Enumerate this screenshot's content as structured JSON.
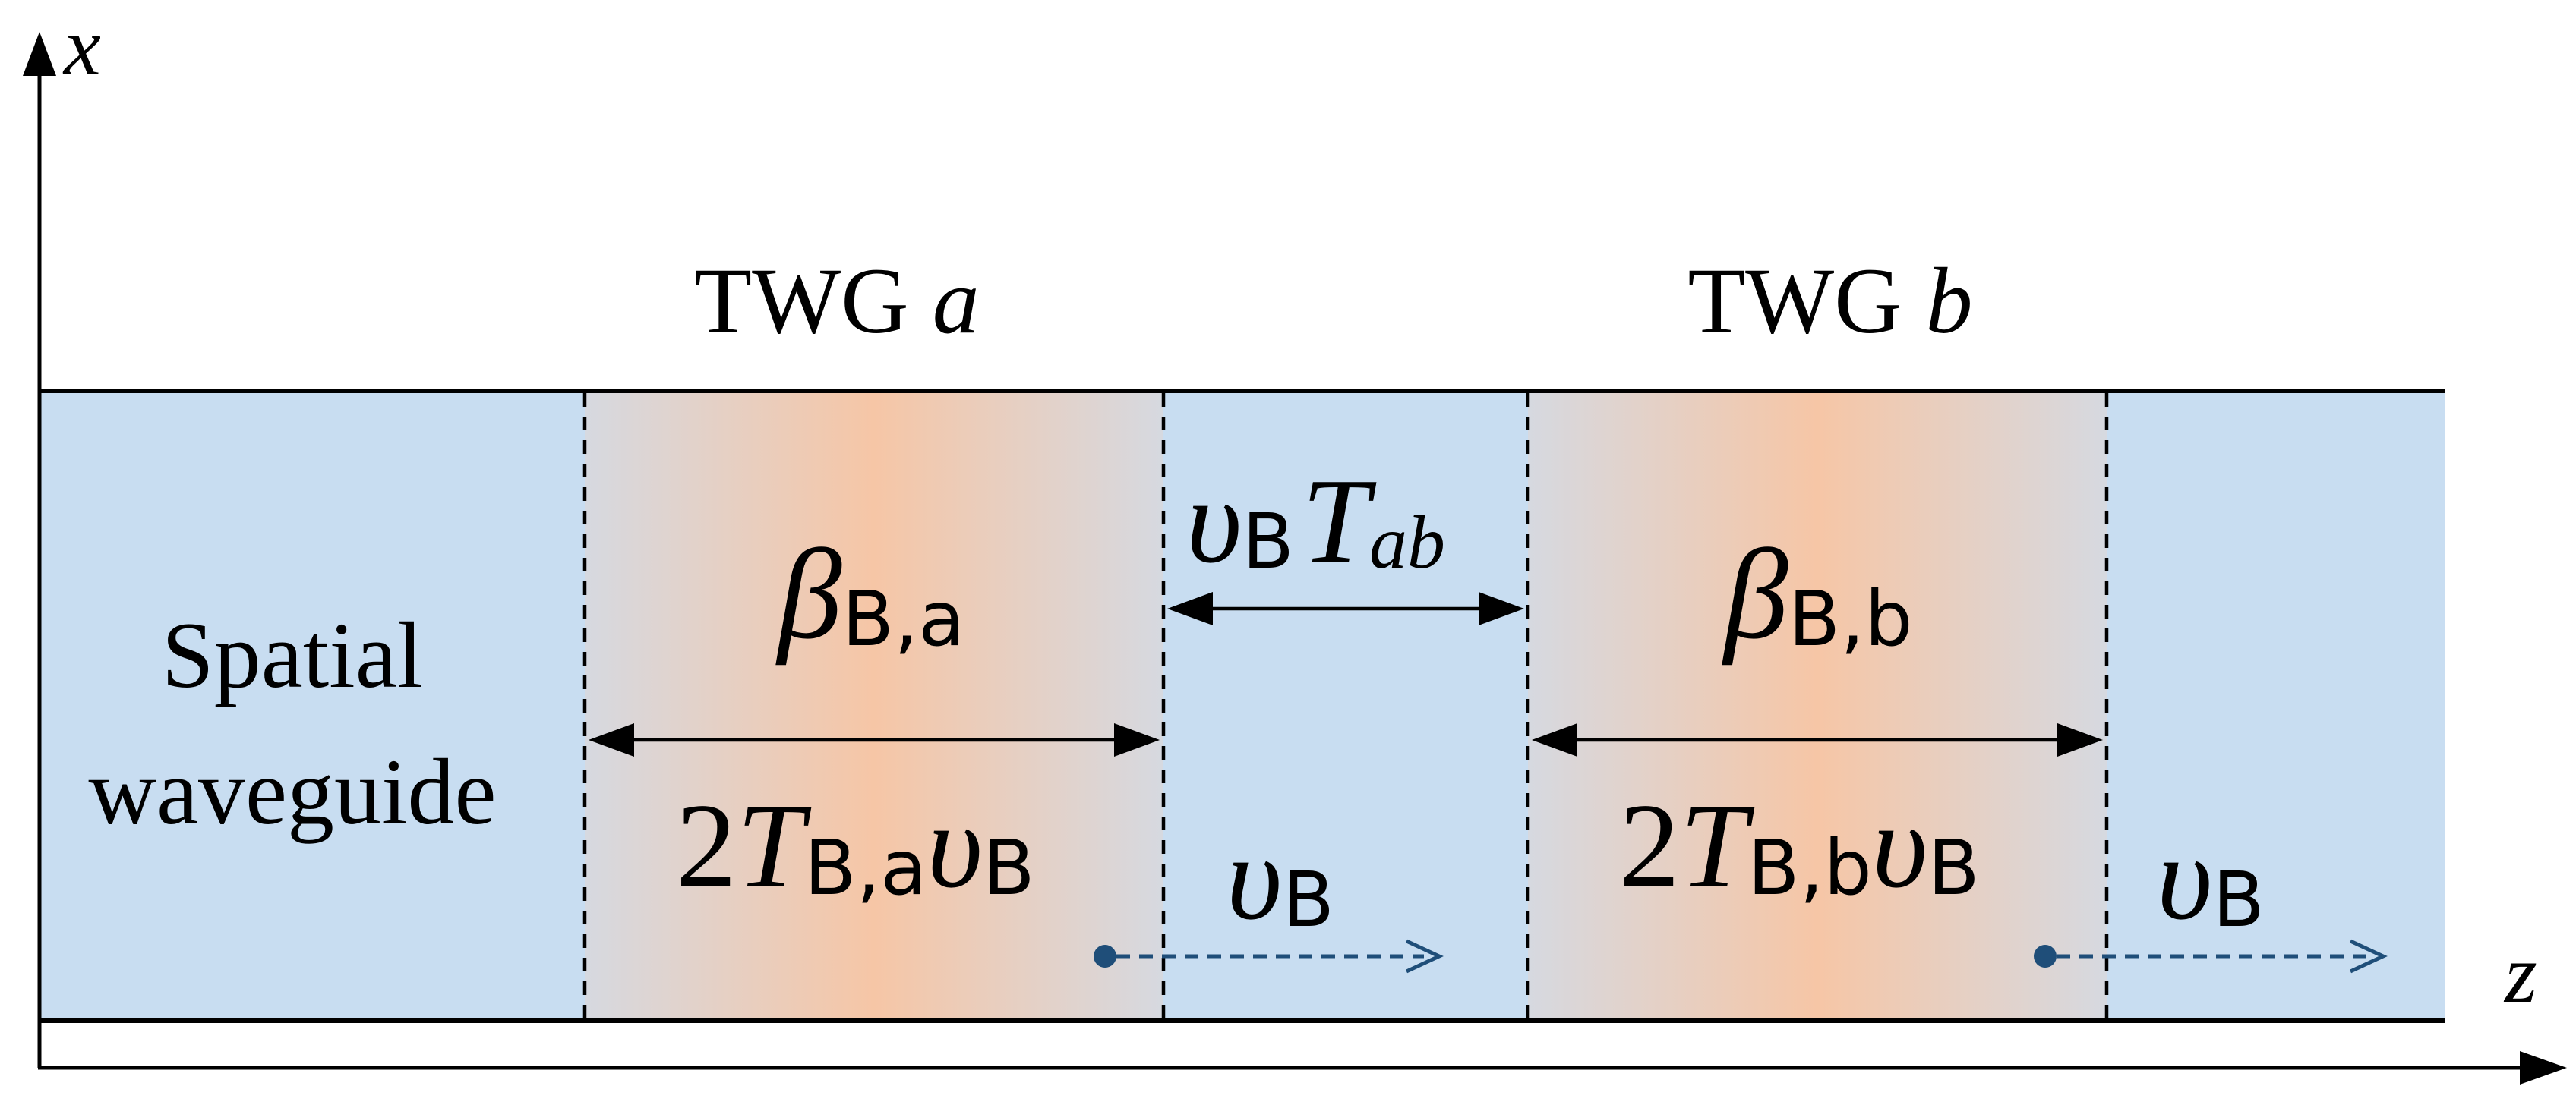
{
  "axes": {
    "x_label": "x",
    "z_label": "z"
  },
  "sections": {
    "spatial_line1": "Spatial",
    "spatial_line2": "waveguide",
    "twg_a": {
      "title_main": "TWG ",
      "title_var": "a",
      "beta_symbol": "β",
      "beta_sub": "B,a",
      "len_coef": "2",
      "len_T": "T",
      "len_T_sub": "B,a",
      "len_v": "υ",
      "len_v_sub": "B"
    },
    "gap": {
      "v": "υ",
      "v_sub": "B",
      "T": "T",
      "T_sub": "ab"
    },
    "twg_b": {
      "title_main": "TWG ",
      "title_var": "b",
      "beta_symbol": "β",
      "beta_sub": "B,b",
      "len_coef": "2",
      "len_T": "T",
      "len_T_sub": "B,b",
      "len_v": "υ",
      "len_v_sub": "B"
    },
    "velocity_1": {
      "v": "υ",
      "v_sub": "B"
    },
    "velocity_2": {
      "v": "υ",
      "v_sub": "B"
    }
  },
  "colors": {
    "waveguide_fill": "#c8ddf1",
    "grating_peak": "#f6c6a6",
    "grating_edge": "#d6d9e0",
    "arrow_dashed": "#1f4e79",
    "line": "#000000"
  }
}
